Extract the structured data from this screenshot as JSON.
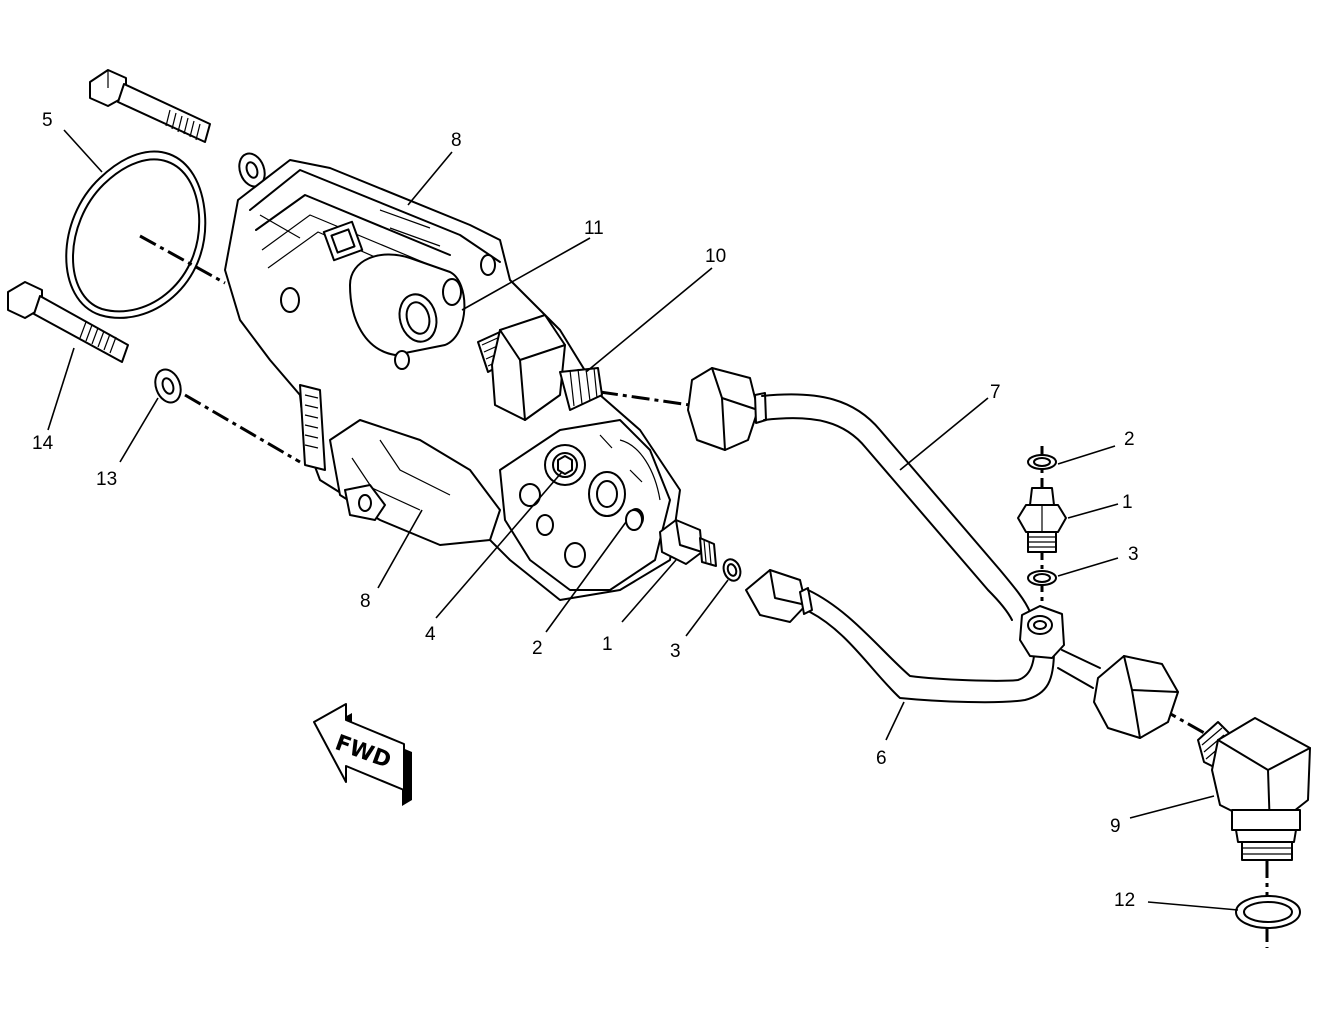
{
  "diagram": {
    "orientation_marker": "FWD",
    "callouts": [
      {
        "id": "c5",
        "label": "5"
      },
      {
        "id": "c8a",
        "label": "8"
      },
      {
        "id": "c11",
        "label": "11"
      },
      {
        "id": "c10",
        "label": "10"
      },
      {
        "id": "c14",
        "label": "14"
      },
      {
        "id": "c13",
        "label": "13"
      },
      {
        "id": "c8b",
        "label": "8"
      },
      {
        "id": "c4",
        "label": "4"
      },
      {
        "id": "c2a",
        "label": "2"
      },
      {
        "id": "c1a",
        "label": "1"
      },
      {
        "id": "c3a",
        "label": "3"
      },
      {
        "id": "c7",
        "label": "7"
      },
      {
        "id": "c2b",
        "label": "2"
      },
      {
        "id": "c1b",
        "label": "1"
      },
      {
        "id": "c3b",
        "label": "3"
      },
      {
        "id": "c6",
        "label": "6"
      },
      {
        "id": "c9",
        "label": "9"
      },
      {
        "id": "c12",
        "label": "12"
      }
    ]
  }
}
